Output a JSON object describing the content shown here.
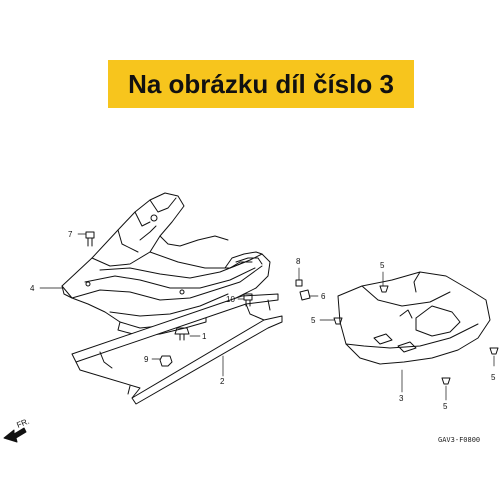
{
  "banner": {
    "text": "Na obrázku díl číslo 3",
    "color": "#f7c51d"
  },
  "callouts": {
    "c1": "1",
    "c2": "2",
    "c3": "3",
    "c4": "4",
    "c5a": "5",
    "c5b": "5",
    "c5c": "5",
    "c5d": "5",
    "c6": "6",
    "c7": "7",
    "c8": "8",
    "c9": "9",
    "c10": "10"
  },
  "direction": {
    "label": "FR."
  },
  "diagram_code": "GAV3-F0800"
}
